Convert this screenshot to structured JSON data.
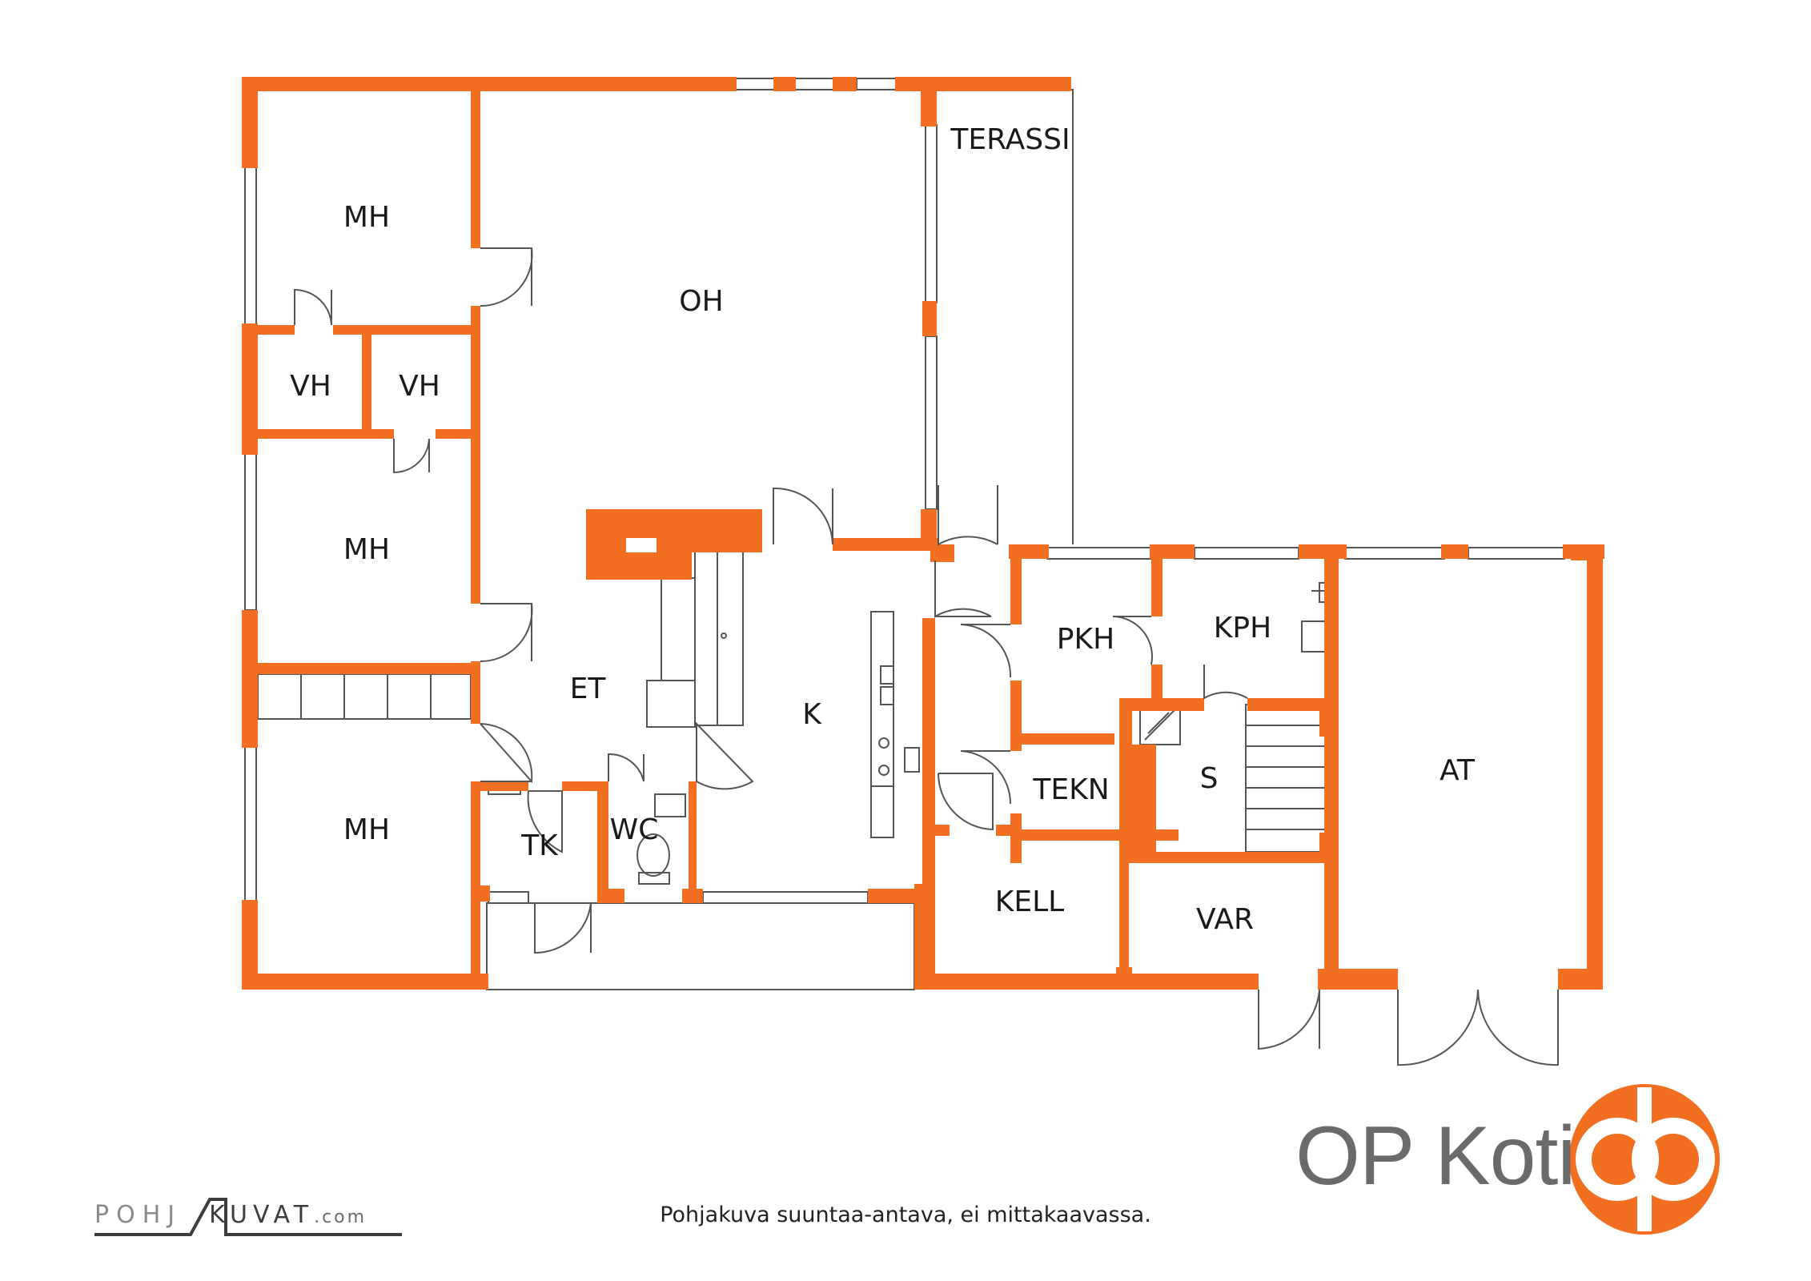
{
  "colors": {
    "wall": "#f26f21",
    "line": "#555555",
    "brand": "#f26f21",
    "brand_text": "#6a6a6a"
  },
  "rooms": {
    "mh1": "MH",
    "oh": "OH",
    "terassi": "TERASSI",
    "vh1": "VH",
    "vh2": "VH",
    "mh2": "MH",
    "et": "ET",
    "k": "K",
    "pkh": "PKH",
    "kph": "KPH",
    "mh3": "MH",
    "tekn": "TEKN",
    "s": "S",
    "at": "AT",
    "tk": "TK",
    "wc": "WC",
    "kell": "KELL",
    "var": "VAR"
  },
  "caption": "Pohjakuva suuntaa-antava, ei mittakaavassa.",
  "brand": {
    "name": "OP Koti",
    "logo_icon": "op-logo-icon"
  },
  "credit": {
    "part1": "POHJ",
    "part2": "KUVAT",
    "domain": ".com"
  }
}
